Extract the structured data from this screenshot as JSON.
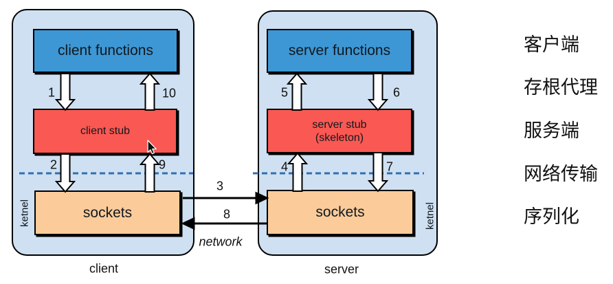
{
  "client": {
    "functions": "client functions",
    "stub": "client stub",
    "sockets": "sockets",
    "kernel": "ketnel",
    "caption": "client"
  },
  "server": {
    "functions": "server functions",
    "stub": "server stub",
    "stub_note": "(skeleton)",
    "sockets": "sockets",
    "kernel": "ketnel",
    "caption": "server"
  },
  "flow_numbers": [
    "1",
    "2",
    "3",
    "4",
    "5",
    "6",
    "7",
    "8",
    "9",
    "10"
  ],
  "network_label": "network",
  "legend": [
    "客户端",
    "存根代理",
    "服务端",
    "网络传输",
    "序列化"
  ],
  "colors": {
    "panel_bg": "#cfe0f2",
    "functions_box": "#3d97d4",
    "stub_box": "#fa5852",
    "sockets_box": "#fbcb9a",
    "dashed_line": "#2f6fb0",
    "block_arrow_fill": "#ffffff",
    "outline": "#000000"
  }
}
